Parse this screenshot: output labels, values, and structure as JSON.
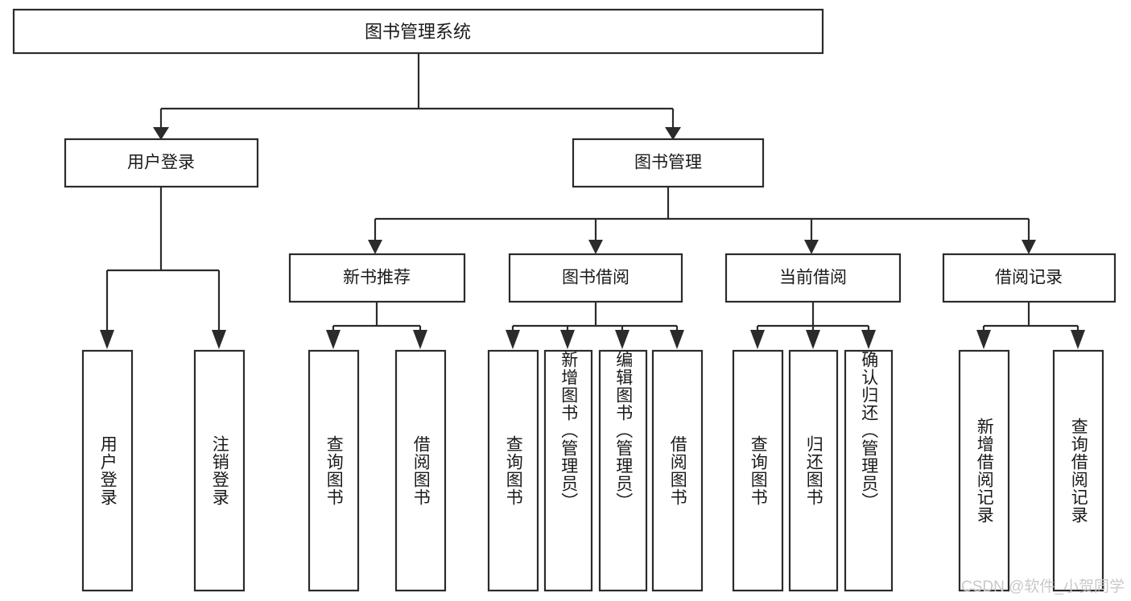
{
  "diagram": {
    "type": "tree-hierarchy",
    "title": "图书管理系统",
    "orientation": "top-down",
    "watermark": "CSDN @软件_小贺同学",
    "root": {
      "id": "root",
      "label": "图书管理系统",
      "level": 1
    },
    "level2": [
      {
        "id": "user-login",
        "label": "用户登录",
        "level": 2
      },
      {
        "id": "book-manage",
        "label": "图书管理",
        "level": 2
      }
    ],
    "level3": [
      {
        "id": "new-book-recommend",
        "label": "新书推荐",
        "level": 3,
        "parent": "book-manage"
      },
      {
        "id": "book-borrow",
        "label": "图书借阅",
        "level": 3,
        "parent": "book-manage"
      },
      {
        "id": "current-borrow",
        "label": "当前借阅",
        "level": 3,
        "parent": "book-manage"
      },
      {
        "id": "borrow-record",
        "label": "借阅记录",
        "level": 3,
        "parent": "book-manage"
      }
    ],
    "leaves": [
      {
        "id": "leaf-user-login",
        "label": "用户登录",
        "parent": "user-login"
      },
      {
        "id": "leaf-logout-login",
        "label": "注销登录",
        "parent": "user-login"
      },
      {
        "id": "leaf-query-book-1",
        "label": "查询图书",
        "parent": "new-book-recommend"
      },
      {
        "id": "leaf-borrow-book-1",
        "label": "借阅图书",
        "parent": "new-book-recommend"
      },
      {
        "id": "leaf-query-book-2",
        "label": "查询图书",
        "parent": "book-borrow"
      },
      {
        "id": "leaf-add-book",
        "label": "新增图书（管理员）",
        "parent": "book-borrow"
      },
      {
        "id": "leaf-edit-book",
        "label": "编辑图书（管理员）",
        "parent": "book-borrow"
      },
      {
        "id": "leaf-borrow-book-2",
        "label": "借阅图书",
        "parent": "book-borrow"
      },
      {
        "id": "leaf-query-book-3",
        "label": "查询图书",
        "parent": "current-borrow"
      },
      {
        "id": "leaf-return-book",
        "label": "归还图书",
        "parent": "current-borrow"
      },
      {
        "id": "leaf-confirm-return",
        "label": "确认归还（管理员）",
        "parent": "current-borrow"
      },
      {
        "id": "leaf-add-borrow-record",
        "label": "新增借阅记录",
        "parent": "borrow-record"
      },
      {
        "id": "leaf-query-borrow-record",
        "label": "查询借阅记录",
        "parent": "borrow-record"
      }
    ],
    "colors": {
      "stroke": "#2b2b2b",
      "fill": "#ffffff",
      "text": "#1a1a1a",
      "watermark": "#c9c9c9"
    }
  }
}
